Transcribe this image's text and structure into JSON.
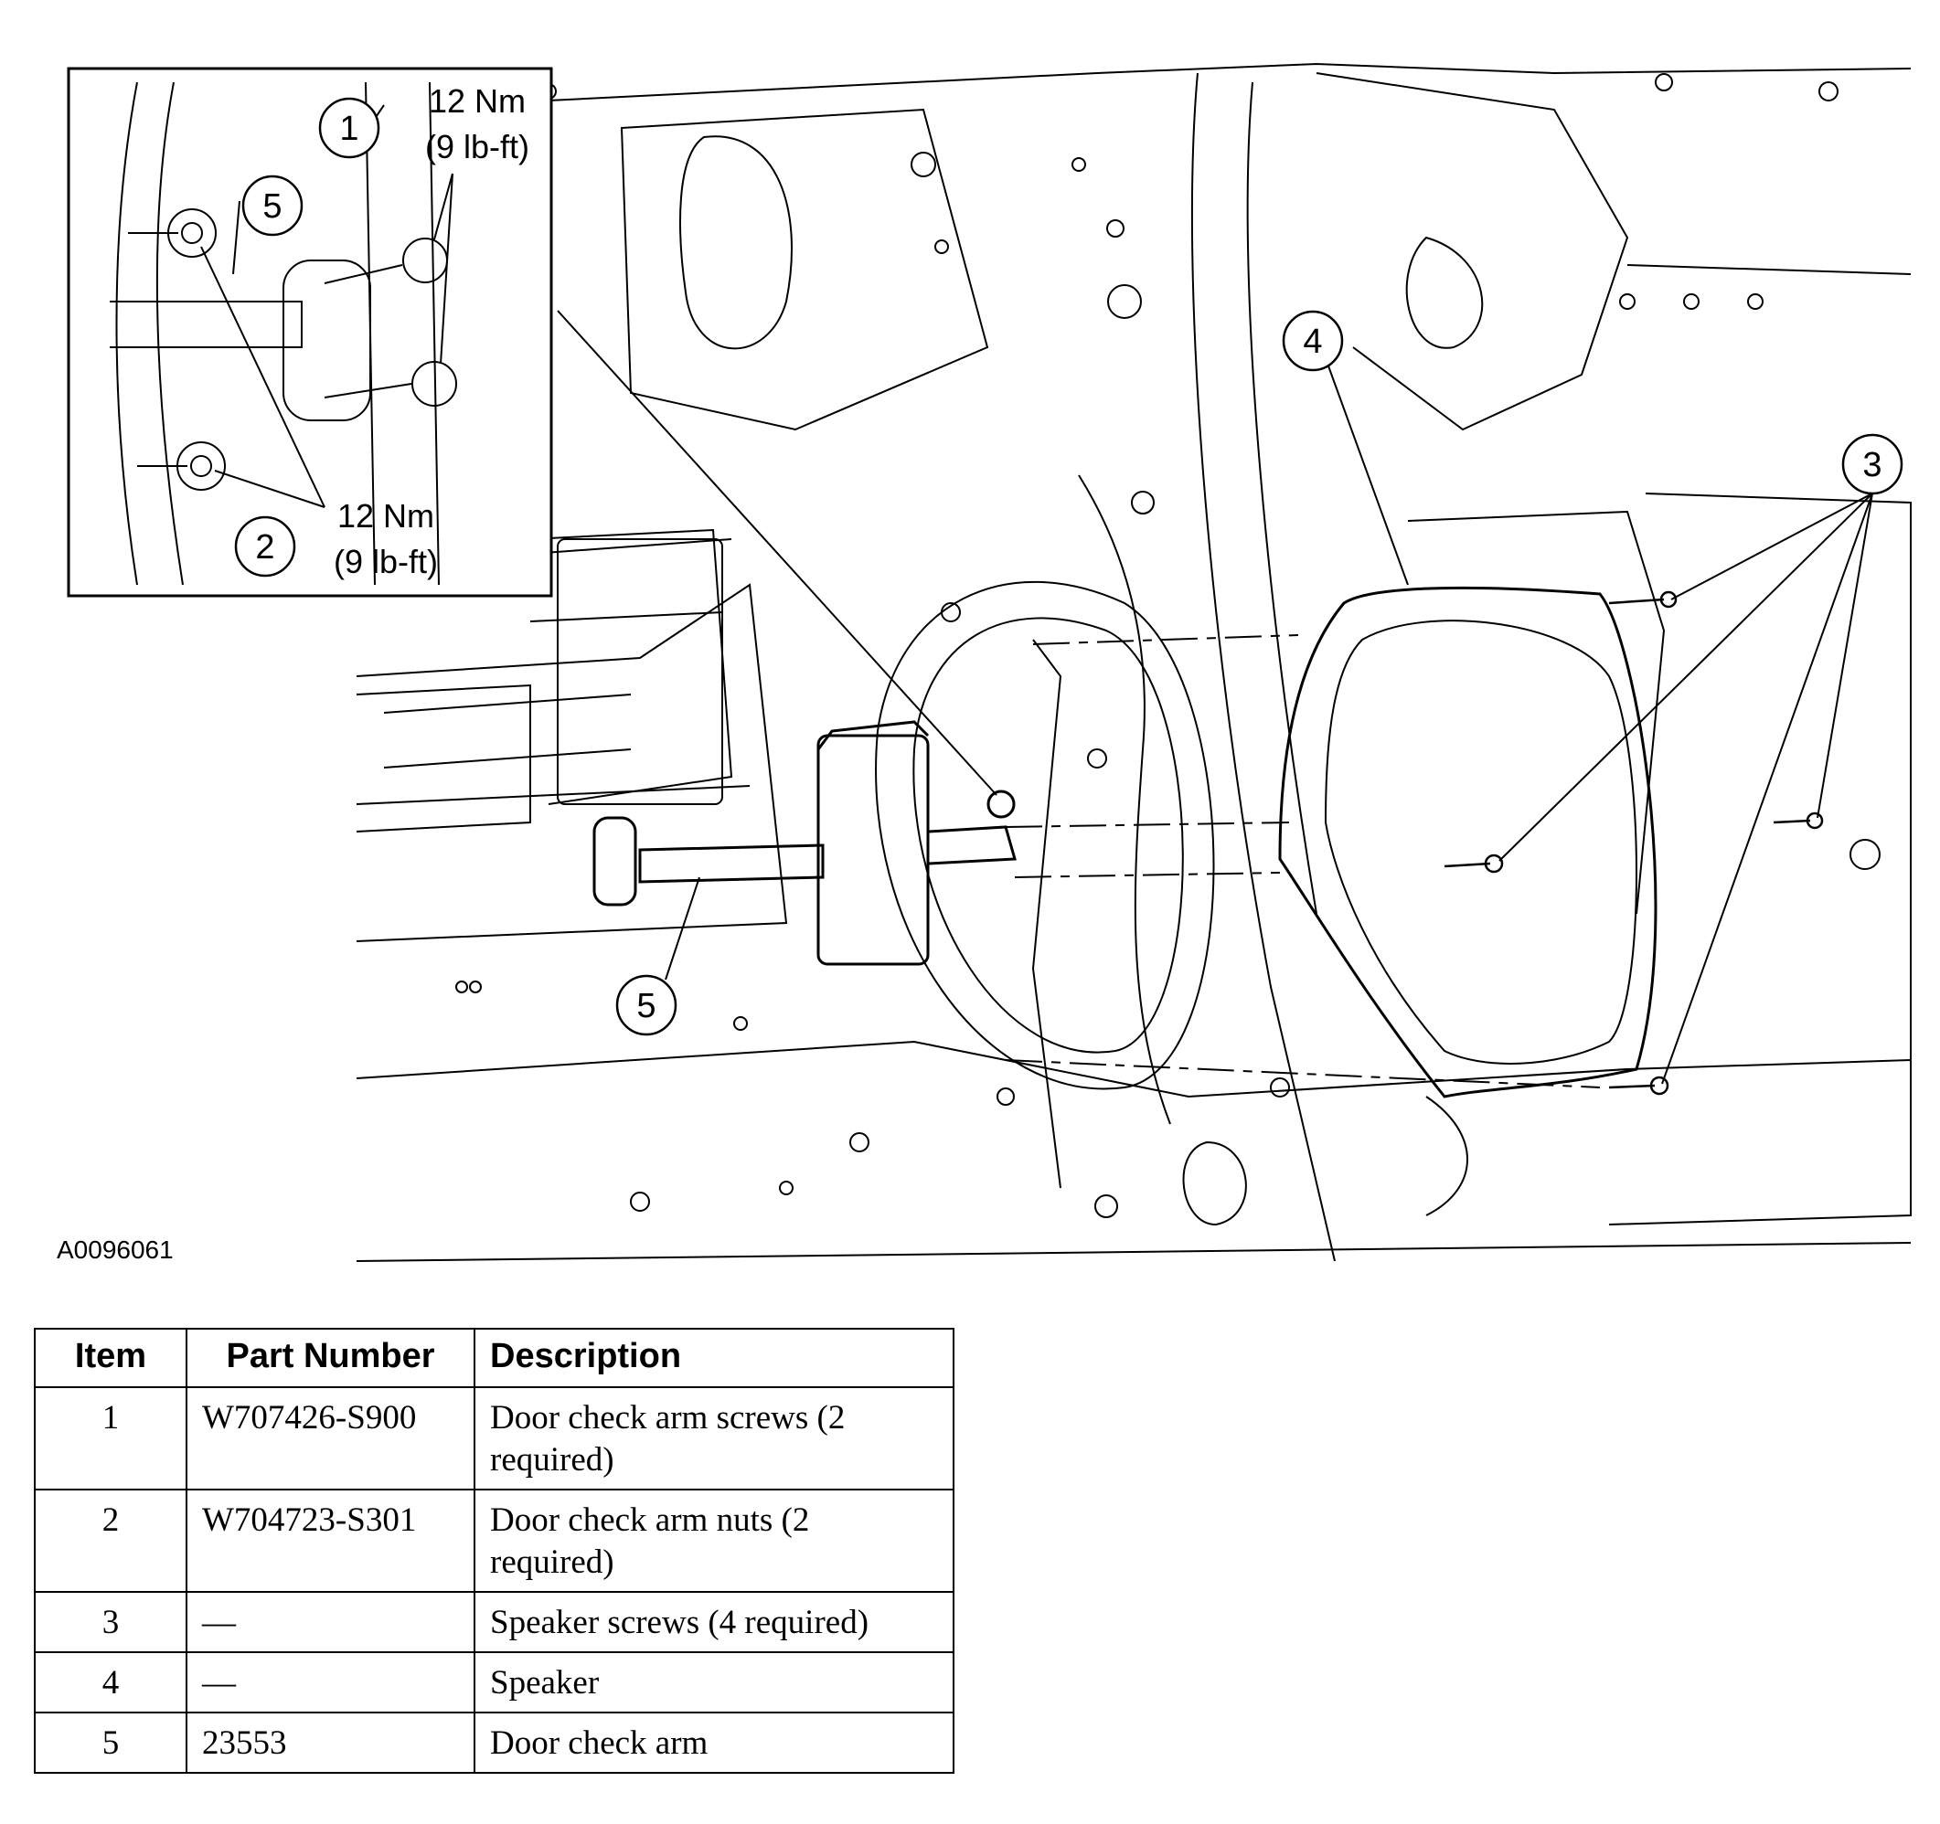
{
  "figure": {
    "id": "A0096061",
    "callouts": {
      "inset_1": "1",
      "inset_2": "2",
      "inset_5": "5",
      "main_3": "3",
      "main_4": "4",
      "main_5": "5"
    },
    "torque": {
      "top": {
        "metric": "12 Nm",
        "imperial": "(9 lb-ft)"
      },
      "bottom": {
        "metric": "12 Nm",
        "imperial": "(9 lb-ft)"
      }
    }
  },
  "table": {
    "headers": [
      "Item",
      "Part Number",
      "Description"
    ],
    "rows": [
      {
        "item": "1",
        "part_number": "W707426-S900",
        "description": "Door check arm screws (2 required)"
      },
      {
        "item": "2",
        "part_number": "W704723-S301",
        "description": "Door check arm nuts (2 required)"
      },
      {
        "item": "3",
        "part_number": "—",
        "description": "Speaker screws (4 required)"
      },
      {
        "item": "4",
        "part_number": "—",
        "description": "Speaker"
      },
      {
        "item": "5",
        "part_number": "23553",
        "description": "Door check arm"
      }
    ]
  }
}
